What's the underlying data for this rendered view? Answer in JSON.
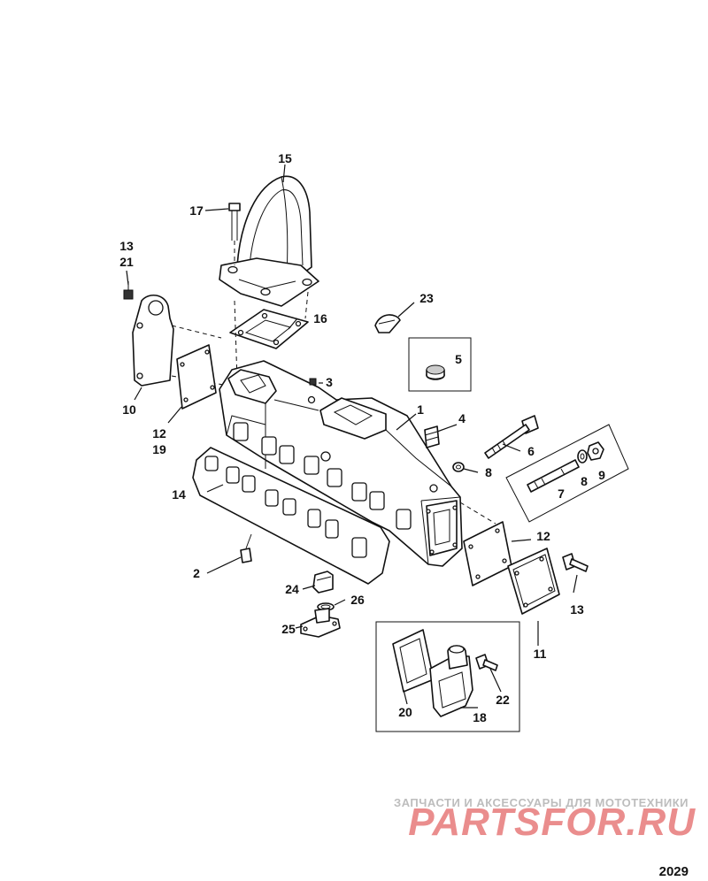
{
  "callouts": {
    "c1": "1",
    "c2": "2",
    "c3": "3",
    "c4": "4",
    "c5": "5",
    "c6": "6",
    "c7": "7",
    "c8a": "8",
    "c8b": "8",
    "c9": "9",
    "c10": "10",
    "c11": "11",
    "c12a": "12",
    "c12b": "12",
    "c13a": "13",
    "c13b": "13",
    "c14": "14",
    "c15": "15",
    "c16": "16",
    "c17": "17",
    "c18": "18",
    "c19": "19",
    "c20": "20",
    "c21": "21",
    "c22": "22",
    "c23": "23",
    "c24": "24",
    "c25": "25",
    "c26": "26"
  },
  "watermark": {
    "tagline": "ЗАПЧАСТИ И АКСЕССУАРЫ ДЛЯ МОТОТЕХНИКИ",
    "brand": "PARTSFOR.RU",
    "brand_color": "#e57373"
  },
  "figure_number": "2029"
}
